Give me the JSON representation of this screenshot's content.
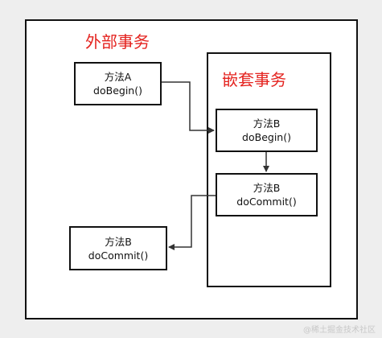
{
  "outer": {
    "title": "外部事务"
  },
  "nested": {
    "title": "嵌套事务"
  },
  "boxes": {
    "method_a_begin": {
      "line1": "方法A",
      "line2": "doBegin()"
    },
    "method_b_begin": {
      "line1": "方法B",
      "line2": "doBegin()"
    },
    "method_b_commit_inner": {
      "line1": "方法B",
      "line2": "doCommit()"
    },
    "method_b_commit_outer": {
      "line1": "方法B",
      "line2": "doCommit()"
    }
  },
  "watermark": "@稀土掘金技术社区",
  "colors": {
    "title": "#e4231f",
    "line": "#333333",
    "background": "#eeeeee"
  }
}
